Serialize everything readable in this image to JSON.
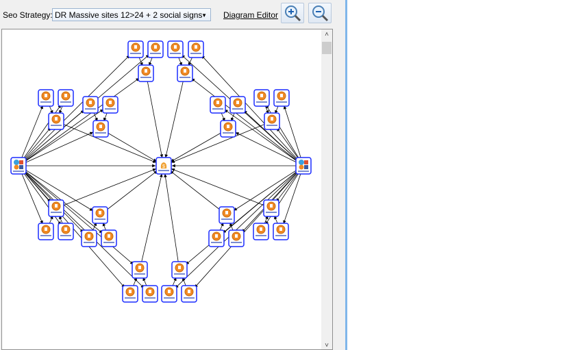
{
  "toolbar": {
    "strategy_label": "Seo Strategy:",
    "strategy_value": "DR Massive sites 12>24 + 2 social signs",
    "diagram_editor": "Diagram Editor",
    "zoom_in_icon": "zoom-in-icon",
    "zoom_out_icon": "zoom-out-icon"
  },
  "diagram": {
    "node_border": "#1a2bff",
    "edge_color": "#000000",
    "money_site_icon": "money-bag-icon",
    "social_icon": "social-networks-icon",
    "blog_icon": "web-blog-icon"
  }
}
